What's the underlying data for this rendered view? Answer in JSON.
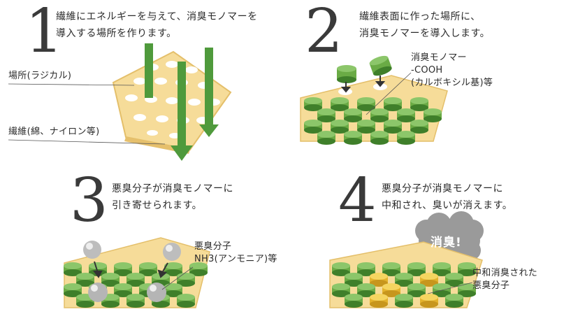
{
  "steps": [
    {
      "number": "1",
      "line1": "繊維にエネルギーを与えて、消臭モノマーを",
      "line2": "導入する場所を作ります。",
      "labels": {
        "site": "場所(ラジカル)",
        "fiber": "繊維(綿、ナイロン等)"
      }
    },
    {
      "number": "2",
      "line1": "繊維表面に作った場所に、",
      "line2": "消臭モノマーを導入します。",
      "labels": {
        "monomer1": "消臭モノマー",
        "monomer2": "-COOH",
        "monomer3": "(カルボキシル基)等"
      }
    },
    {
      "number": "3",
      "line1": "悪臭分子が消臭モノマーに",
      "line2": "引き寄せられます。",
      "labels": {
        "odor1": "悪臭分子",
        "odor2": "NH3(アンモニア)等"
      }
    },
    {
      "number": "4",
      "line1": "悪臭分子が消臭モノマーに",
      "line2": "中和され、臭いが消えます。",
      "bubble": "消臭!",
      "labels": {
        "neutral1": "中和消臭された",
        "neutral2": "悪臭分子"
      }
    }
  ],
  "colors": {
    "sheet": "#f6dc99",
    "sheet_edge": "#e4bf6a",
    "green": "#6aab45",
    "green_dark": "#3f7f2a",
    "arrow_green": "#4f9a3c",
    "yellow": "#f0c53b",
    "grey_ball": "#bdbdbd",
    "bubble": "#9a9a9a"
  }
}
